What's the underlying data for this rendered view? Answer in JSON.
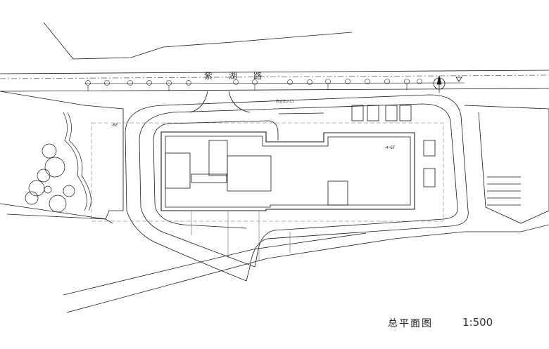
{
  "drawing": {
    "title": "总平面图",
    "scale": "1:500",
    "road_name_chars": [
      "紫",
      "湖",
      "路"
    ],
    "floors_left": "-6F",
    "floors_right": "-4-6F",
    "annotation_entrance": "商业出入口"
  },
  "colors": {
    "line": "#1a1a1a",
    "thin": "#555555",
    "background": "#ffffff"
  }
}
